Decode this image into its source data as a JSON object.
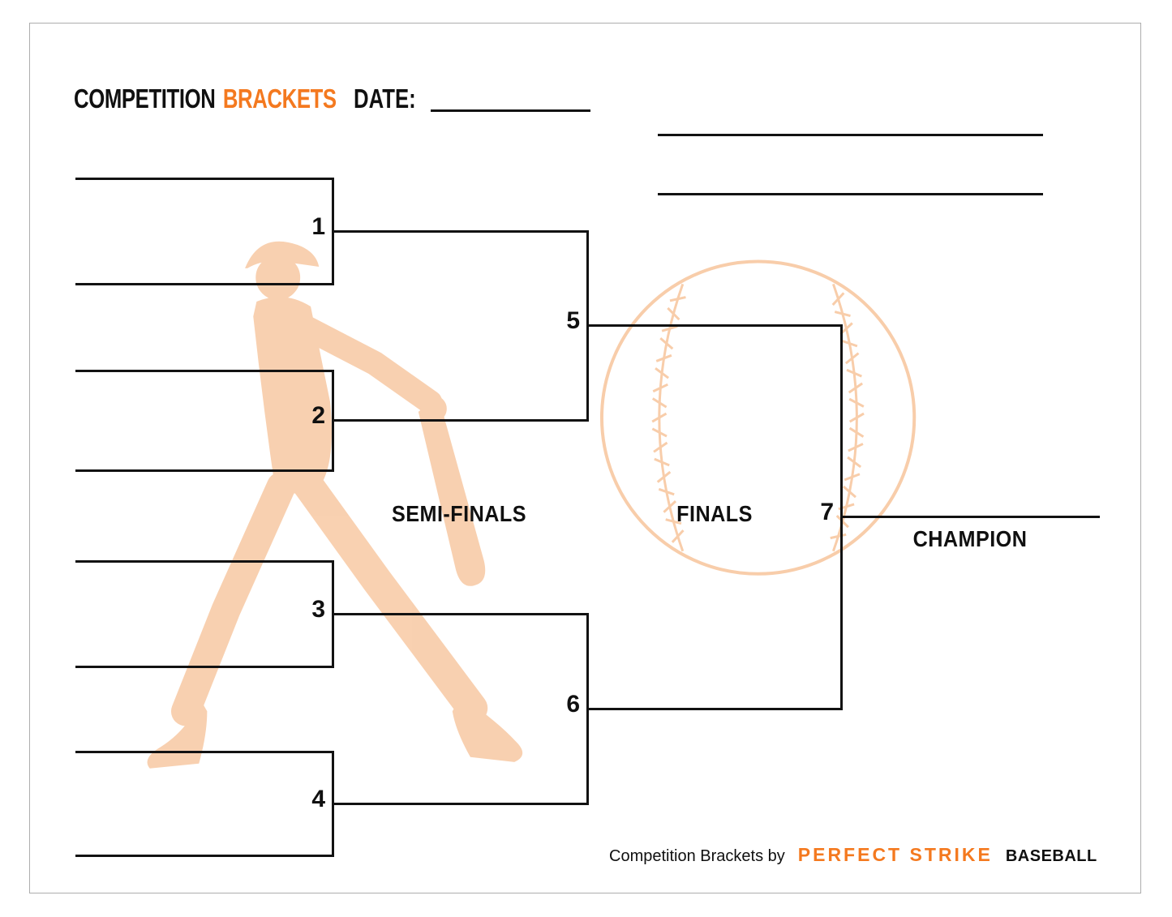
{
  "colors": {
    "accent_orange": "#F4791F",
    "watermark_orange": "#F8CDAA",
    "line_color": "#121212",
    "page_border": "#ADADAD"
  },
  "header": {
    "title_part1": "COMPETITION",
    "title_part2": "BRACKETS",
    "date_label": "DATE:"
  },
  "bracket": {
    "match_numbers": [
      "1",
      "2",
      "3",
      "4",
      "5",
      "6",
      "7"
    ],
    "labels": {
      "semifinals": "SEMI-FINALS",
      "finals": "FINALS",
      "champion": "CHAMPION"
    }
  },
  "footer": {
    "credit": "Competition Brackets by",
    "brand_name": "PERFECT STRIKE",
    "brand_suffix": "BASEBALL"
  }
}
